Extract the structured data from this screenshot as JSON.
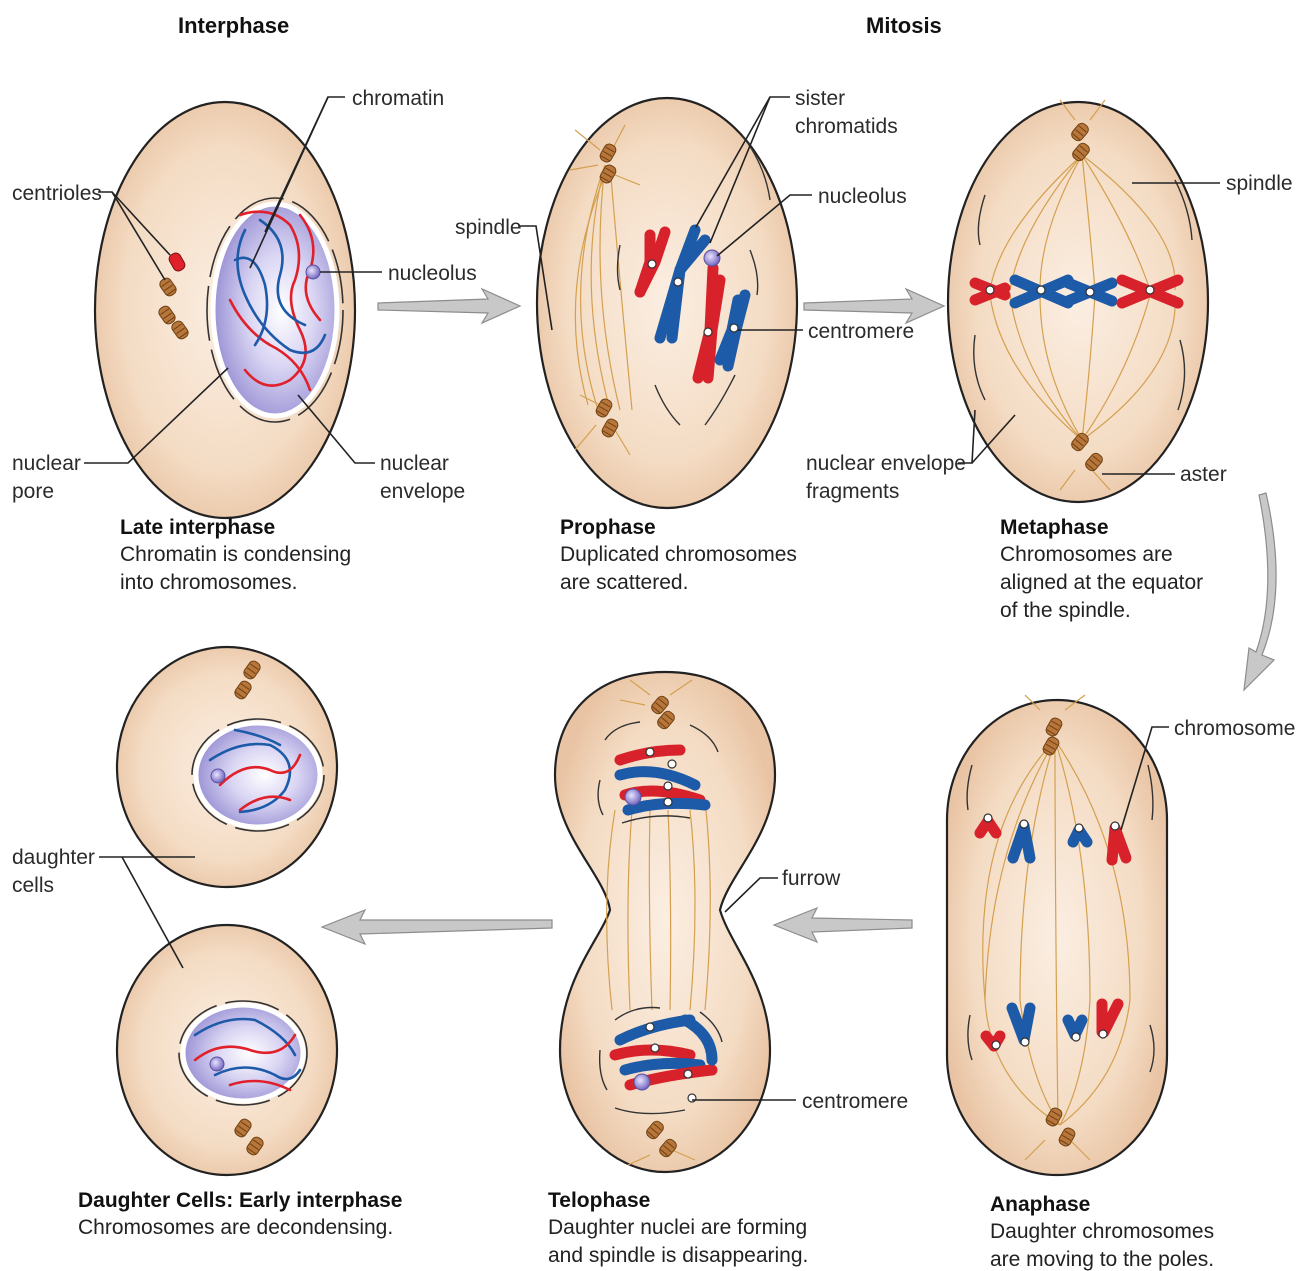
{
  "headers": {
    "interphase": "Interphase",
    "mitosis": "Mitosis"
  },
  "labels": {
    "chromatin": "chromatin",
    "centrioles": "centrioles",
    "nucleolus_1": "nucleolus",
    "nuclear_pore_1": "nuclear",
    "nuclear_pore_2": "pore",
    "nuclear_envelope_1": "nuclear",
    "nuclear_envelope_2": "envelope",
    "sister_1": "sister",
    "sister_2": "chromatids",
    "spindle_1": "spindle",
    "nucleolus_2": "nucleolus",
    "centromere_1": "centromere",
    "spindle_2": "spindle",
    "ne_fragments_1": "nuclear envelope",
    "ne_fragments_2": "fragments",
    "aster": "aster",
    "chromosome": "chromosome",
    "daughter_1": "daughter",
    "daughter_2": "cells",
    "furrow": "furrow",
    "centromere_2": "centromere"
  },
  "captions": {
    "late_interphase": {
      "title": "Late interphase",
      "line1": "Chromatin is condensing",
      "line2": "into chromosomes."
    },
    "prophase": {
      "title": "Prophase",
      "line1": "Duplicated chromosomes",
      "line2": "are scattered."
    },
    "metaphase": {
      "title": "Metaphase",
      "line1": "Chromosomes are",
      "line2": "aligned at the equator",
      "line3": "of the spindle."
    },
    "daughter": {
      "title": "Daughter Cells: Early interphase",
      "line1": "Chromosomes are decondensing."
    },
    "telophase": {
      "title": "Telophase",
      "line1": "Daughter nuclei are forming",
      "line2": "and spindle is disappearing."
    },
    "anaphase": {
      "title": "Anaphase",
      "line1": "Daughter chromosomes",
      "line2": "are moving to the poles."
    }
  },
  "colors": {
    "cell_fill": "#f4dcc4",
    "nucleus_fill": "#9b93d8",
    "chromosome_red": "#d8222b",
    "chromosome_blue": "#1d5aa8",
    "spindle": "#d4a050",
    "centriole": "#b8763a"
  }
}
